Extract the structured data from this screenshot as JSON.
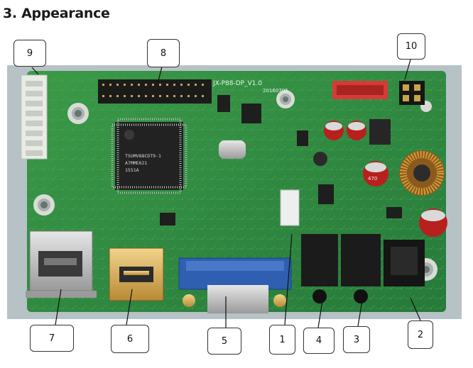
{
  "heading": "3. Appearance",
  "callouts": {
    "c1": "1",
    "c2": "2",
    "c3": "3",
    "c4": "4",
    "c5": "5",
    "c6": "6",
    "c7": "7",
    "c8": "8",
    "c9": "9",
    "c10": "10"
  },
  "board": {
    "model": "JX-P88-DP_V1.0",
    "date": "20160706",
    "chip_lines": [
      "TSUMV88CDT9-1",
      "A7MME621",
      "1551A"
    ],
    "cap_label": "470"
  },
  "colors": {
    "pcb": "#2f8a3c",
    "pcb_dark": "#1f6a2c",
    "vga_blue": "#2f5fb0",
    "backdrop": "#b6c2c6"
  }
}
